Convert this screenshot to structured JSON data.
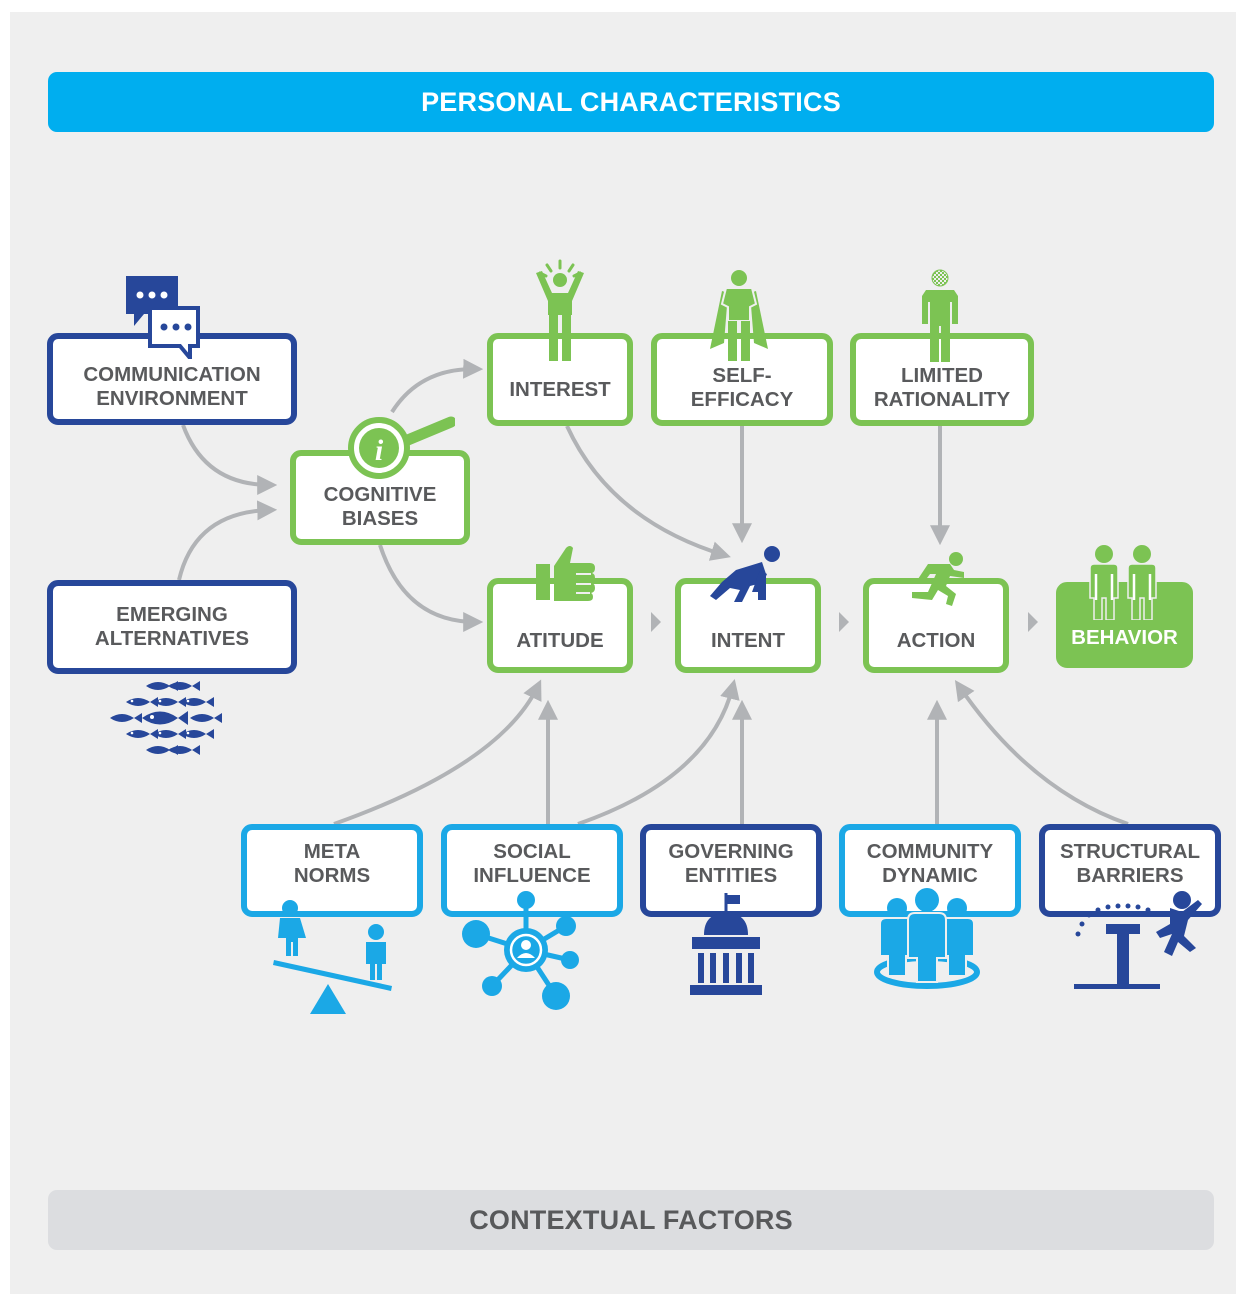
{
  "headers": {
    "personal": "PERSONAL CHARACTERISTICS",
    "contextual": "CONTEXTUAL FACTORS"
  },
  "nodes": {
    "communication_environment": "COMMUNICATION\nENVIRONMENT",
    "emerging_alternatives": "EMERGING\nALTERNATIVES",
    "cognitive_biases": "COGNITIVE\nBIASES",
    "interest": "INTEREST",
    "self_efficacy": "SELF-\nEFFICACY",
    "limited_rationality": "LIMITED\nRATIONALITY",
    "atitude": "ATITUDE",
    "intent": "INTENT",
    "action": "ACTION",
    "behavior": "BEHAVIOR",
    "meta_norms": "META\nNORMS",
    "social_influence": "SOCIAL\nINFLUENCE",
    "governing_entities": "GOVERNING\nENTITIES",
    "community_dynamic": "COMMUNITY\nDYNAMIC",
    "structural_barriers": "STRUCTURAL\nBARRIERS"
  },
  "icons": {
    "communication_environment": "chat-bubbles-icon",
    "emerging_alternatives": "fish-school-icon",
    "cognitive_biases": "info-magnifier-icon",
    "interest": "cheering-person-icon",
    "self_efficacy": "caped-hero-icon",
    "limited_rationality": "checkered-head-person-icon",
    "atitude": "thumbs-up-icon",
    "intent": "crouching-runner-icon",
    "action": "running-person-icon",
    "behavior": "two-people-icon",
    "meta_norms": "seesaw-icon",
    "social_influence": "network-person-icon",
    "governing_entities": "government-building-icon",
    "community_dynamic": "group-circle-icon",
    "structural_barriers": "hurdle-jump-icon"
  },
  "colors": {
    "personal_blue": "#00aeef",
    "green": "#7cc353",
    "navy": "#27479a",
    "cyan": "#1ba8e6",
    "arrow_gray": "#b1b3b6",
    "contextual_gray": "#dcdde0",
    "text_gray": "#595a5c"
  }
}
